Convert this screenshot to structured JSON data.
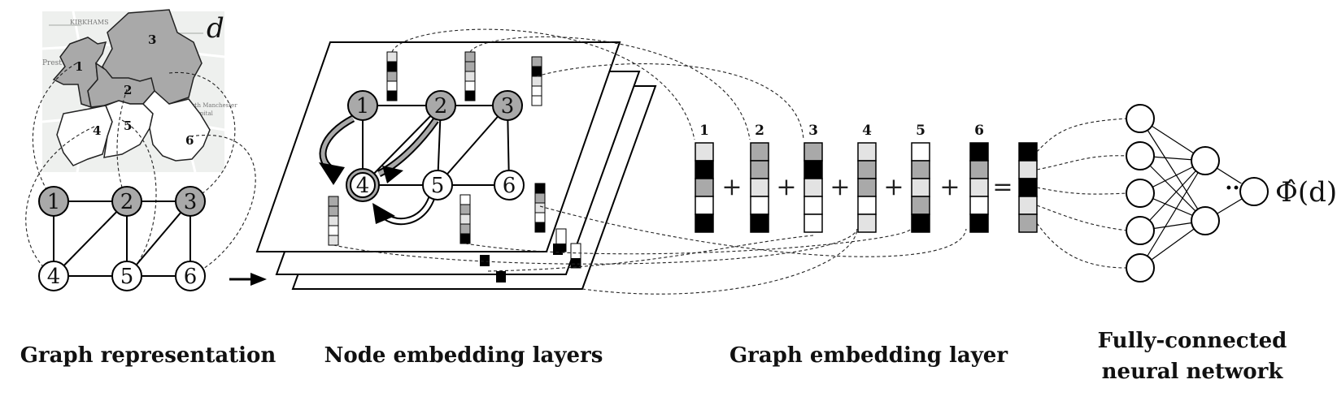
{
  "map": {
    "d_label": "d",
    "places": [
      "KIRKHAMS",
      "Prestwich",
      "North Manchester",
      "Hospital"
    ],
    "regions": [
      "1",
      "2",
      "3",
      "4",
      "5",
      "6"
    ]
  },
  "graph": {
    "nodes": [
      "1",
      "2",
      "3",
      "4",
      "5",
      "6"
    ]
  },
  "embedding": {
    "labels": [
      "1",
      "2",
      "3",
      "4",
      "5",
      "6"
    ],
    "plus": "+",
    "equals": "="
  },
  "network": {
    "ellipsis": "···",
    "output": "Φ̂(d)"
  },
  "captions": {
    "graph": "Graph representation",
    "node": "Node embedding layers",
    "embed": "Graph embedding layer",
    "nn_line1": "Fully-connected",
    "nn_line2": "neural network"
  },
  "colors": {
    "shaded": "#a9a9a9",
    "light": "#e3e3e3",
    "dark": "#000000",
    "white": "#ffffff",
    "map_bg": "#eef0ee"
  }
}
